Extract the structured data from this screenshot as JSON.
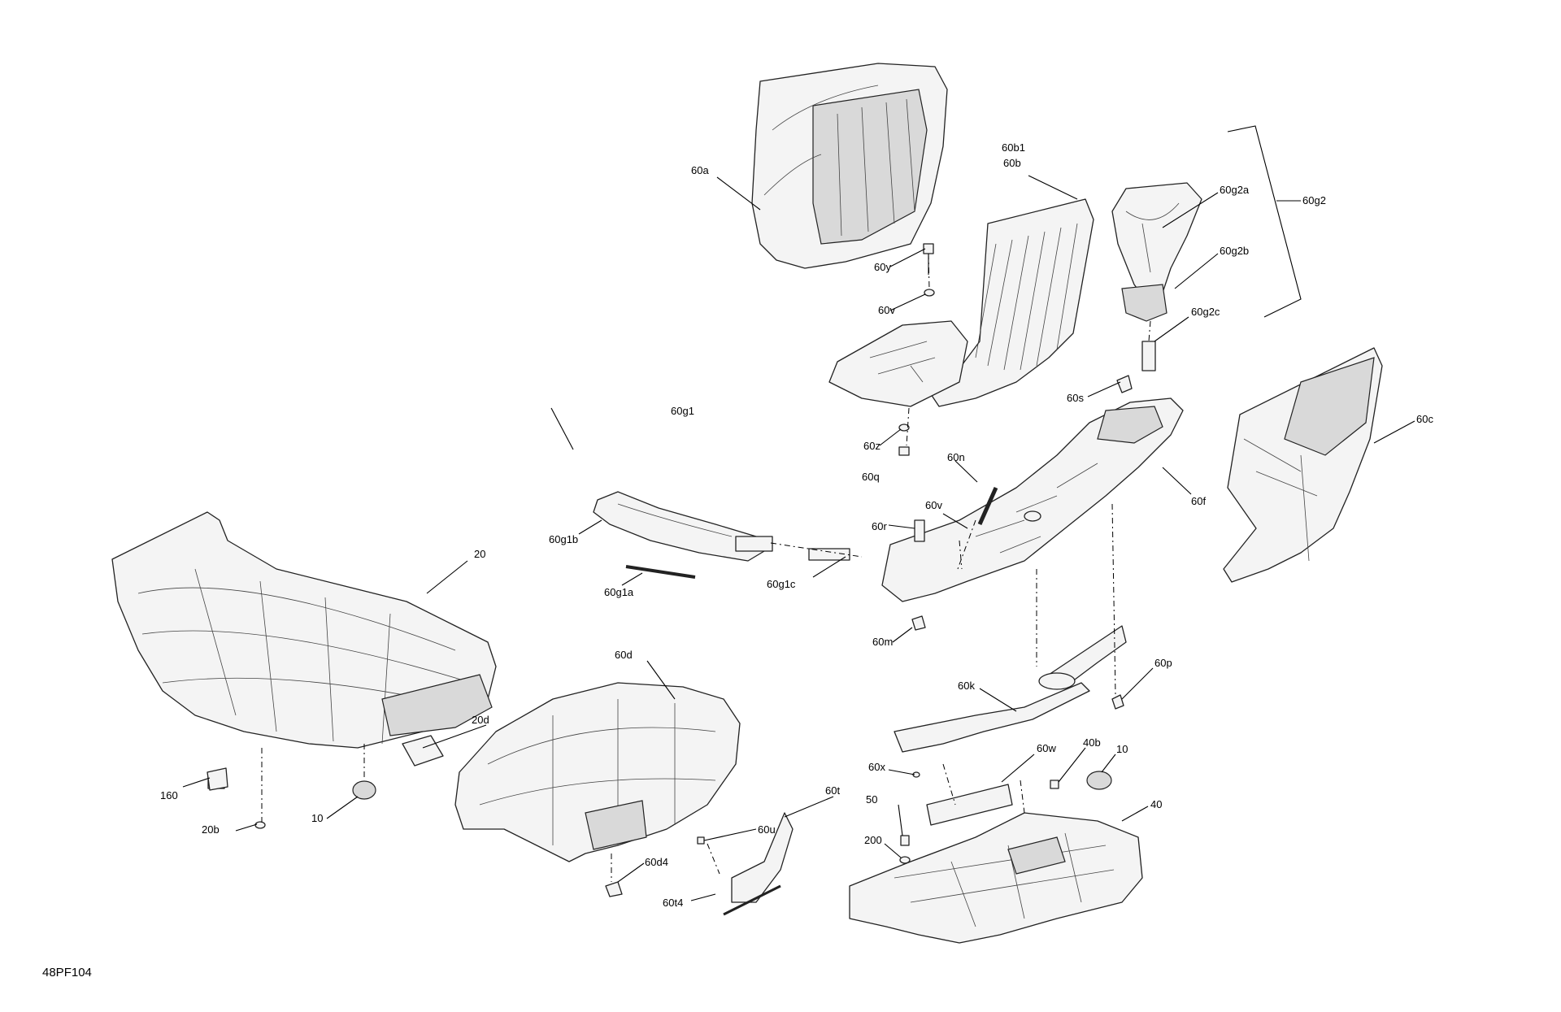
{
  "diagram_code": "48PF104",
  "labels": {
    "l_60a": "60a",
    "l_60b1": "60b1",
    "l_60b": "60b",
    "l_60g2a": "60g2a",
    "l_60g2": "60g2",
    "l_60g2b": "60g2b",
    "l_60g2c": "60g2c",
    "l_60y": "60y",
    "l_60v_top": "60v",
    "l_60s": "60s",
    "l_60c": "60c",
    "l_60g1": "60g1",
    "l_60z": "60z",
    "l_60q": "60q",
    "l_60n": "60n",
    "l_60f": "60f",
    "l_60v_mid": "60v",
    "l_60r": "60r",
    "l_60g1b": "60g1b",
    "l_60g1a": "60g1a",
    "l_60g1c": "60g1c",
    "l_60m": "60m",
    "l_20": "20",
    "l_60d": "60d",
    "l_60p": "60p",
    "l_60k": "60k",
    "l_20d": "20d",
    "l_60w": "60w",
    "l_40b": "40b",
    "l_10_right": "10",
    "l_60x": "60x",
    "l_160": "160",
    "l_20b": "20b",
    "l_10_left": "10",
    "l_60u": "60u",
    "l_60t": "60t",
    "l_50": "50",
    "l_40": "40",
    "l_200": "200",
    "l_60d4": "60d4",
    "l_60t4": "60t4"
  }
}
